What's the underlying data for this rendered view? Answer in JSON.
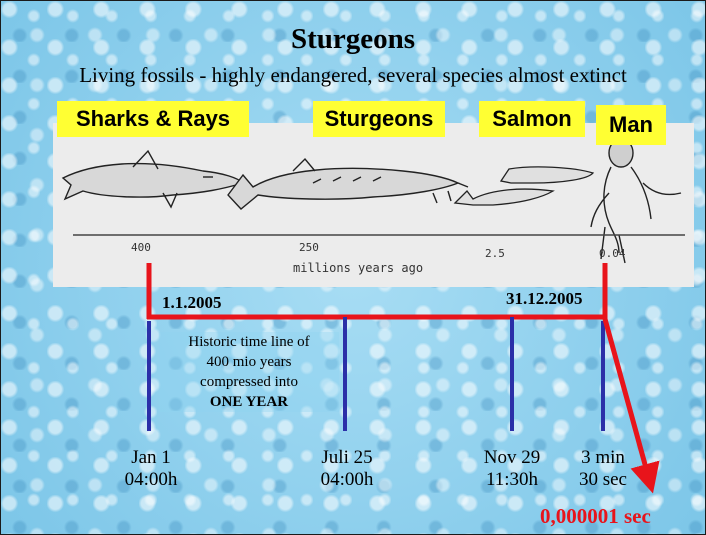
{
  "slide": {
    "title": "Sturgeons",
    "subtitle": "Living fossils - highly endangered, several species almost extinct",
    "groups": [
      "Sharks & Rays",
      "Sturgeons",
      "Salmon",
      "Man"
    ],
    "era_values": [
      "400",
      "250",
      "2.5",
      "0.04"
    ],
    "era_caption": "millions years ago",
    "timeline": {
      "start_date": "1.1.2005",
      "end_date": "31.12.2005",
      "note_lines": [
        "Historic time line of",
        "400 mio years",
        "compressed into"
      ],
      "note_emphasis": "ONE YEAR"
    },
    "stamps": [
      {
        "line1": "Jan 1",
        "line2": "04:00h"
      },
      {
        "line1": "Juli 25",
        "line2": "04:00h"
      },
      {
        "line1": "Nov 29",
        "line2": "11:30h"
      },
      {
        "line1": "3 min",
        "line2": "30 sec"
      }
    ],
    "final_label": "0,000001 sec",
    "colors": {
      "label_bg": "#ffff33",
      "timeline_red": "#e8141b",
      "marker_blue": "#2b2fa8",
      "background": "#8fd3f0"
    }
  }
}
